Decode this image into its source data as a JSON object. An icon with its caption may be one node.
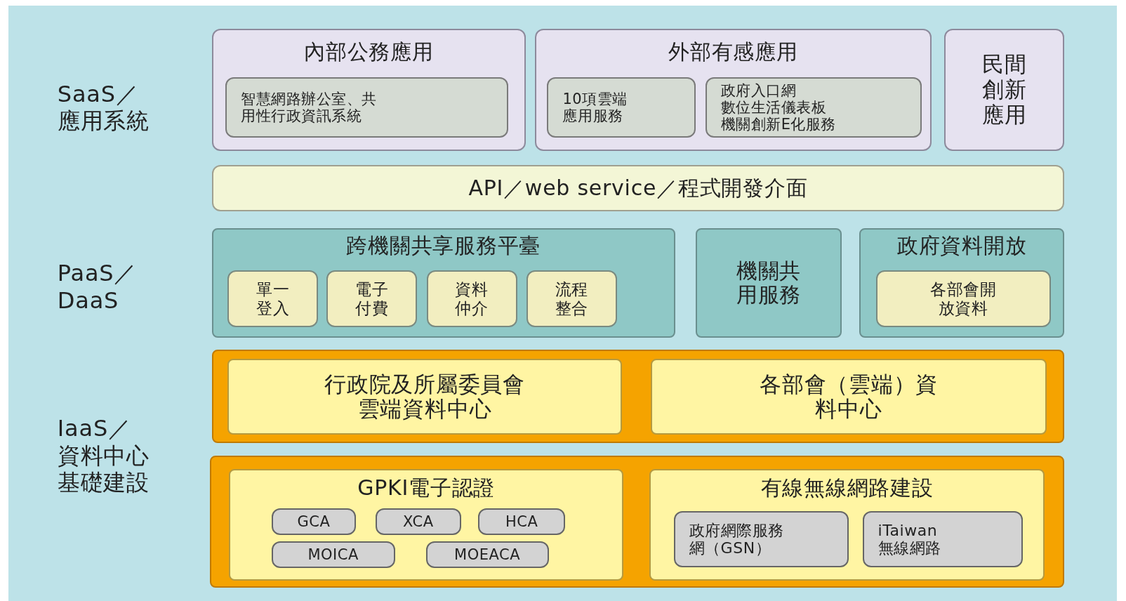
{
  "diagram": {
    "nodes": [
      {
        "text": [
          "內部公務應用"
        ]
      },
      {
        "text": [
          "智慧網路辦公室、共用性行政資訊系統"
        ],
        "in": 0
      },
      {
        "text": [
          "外部有感應用"
        ]
      },
      {
        "text": [
          "10項雲端應用服務"
        ],
        "in": 2
      },
      {
        "text": [
          "政府入口網",
          "數位生活儀表板",
          "機關創新E化服務"
        ],
        "in": 2
      },
      {
        "text": [
          "民間創新應用"
        ]
      },
      {
        "text": [
          "API／web service／程式開發介面"
        ]
      },
      {
        "text": [
          "跨機關共享服務平臺"
        ]
      },
      {
        "text": [
          "單一登入"
        ],
        "in": 7
      },
      {
        "text": [
          "電子付費"
        ],
        "in": 7
      },
      {
        "text": [
          "資料仲介"
        ],
        "in": 7
      },
      {
        "text": [
          "流程整合"
        ],
        "in": 7
      },
      {
        "text": [
          "機關共用服務"
        ]
      },
      {
        "text": [
          "政府資料開放"
        ]
      },
      {
        "text": [
          "各部會開放資料"
        ],
        "in": 13
      },
      {
        "text": [],
        "shape": "box"
      },
      {
        "text": [
          "行政院及所屬委員會雲端資料中心"
        ],
        "in": 15
      },
      {
        "text": [
          "各部會（雲端）資料中心"
        ],
        "in": 15
      },
      {
        "text": [],
        "shape": "box"
      },
      {
        "text": [
          "GPKI電子認證"
        ],
        "in": 18
      },
      {
        "text": [
          "GCA"
        ],
        "in": 19
      },
      {
        "text": [
          "XCA"
        ],
        "in": 19
      },
      {
        "text": [
          "HCA"
        ],
        "in": 19
      },
      {
        "text": [
          "MOICA"
        ],
        "in": 19
      },
      {
        "text": [
          "MOEACA"
        ],
        "in": 19
      },
      {
        "text": [
          "有線無線網路建設"
        ],
        "in": 18
      },
      {
        "text": [
          "政府網際服務網（GSN）"
        ],
        "in": 25
      },
      {
        "text": [
          "iTaiwan無線網路"
        ],
        "in": 25
      }
    ],
    "edges": [],
    "labels": [
      "SaaS／應用系統",
      "PaaS／DaaS",
      "IaaS／資料中心基礎建設"
    ]
  }
}
